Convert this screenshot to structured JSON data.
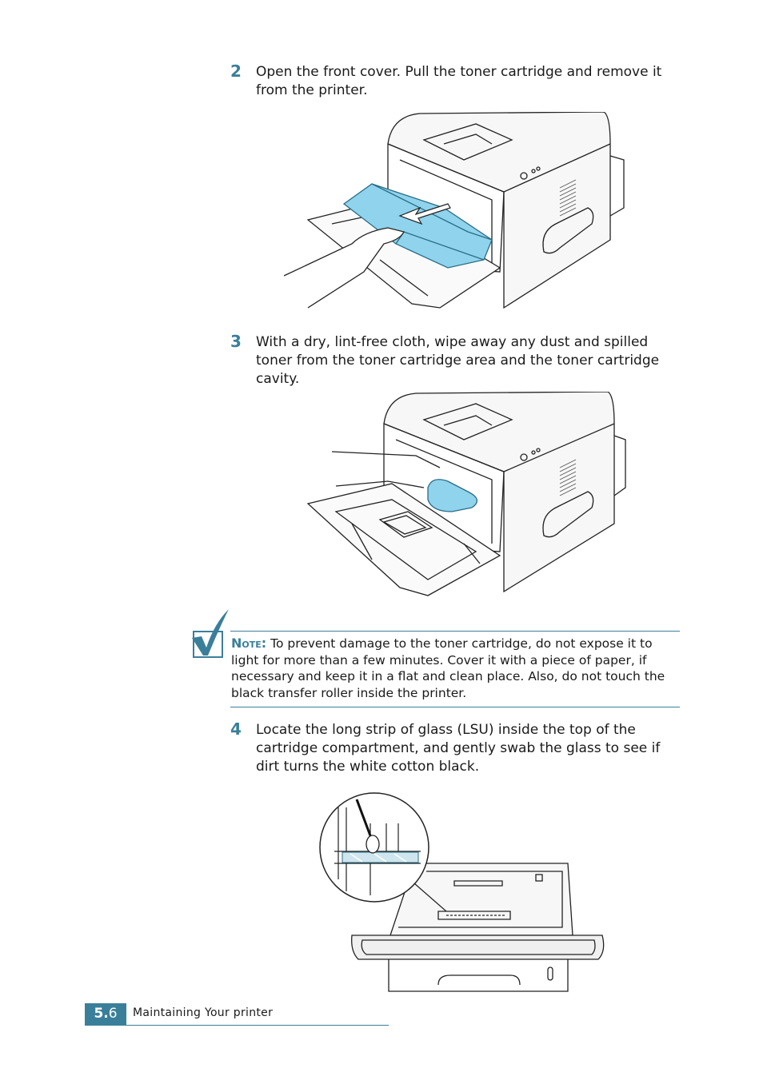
{
  "steps": [
    {
      "number": "2",
      "text": "Open the front cover. Pull the toner cartridge and remove it from the printer."
    },
    {
      "number": "3",
      "text": "With a dry, lint-free cloth, wipe away any dust and spilled toner from the toner cartridge area and the toner cartridge cavity."
    },
    {
      "number": "4",
      "text": "Locate the long strip of glass (LSU) inside the top of the cartridge compartment, and gently swab the glass to see if dirt turns the white cotton black."
    }
  ],
  "note": {
    "label": "Note:",
    "text": "To prevent damage to the toner cartridge, do not expose it to light for more than a few minutes. Cover it with a piece of paper, if necessary and keep it in a flat and clean place. Also, do not touch the black transfer roller inside the printer."
  },
  "footer": {
    "chapter": "5.",
    "page": "6",
    "title": "Maintaining Your printer"
  },
  "colors": {
    "accent": "#3a7f9a",
    "toner": "#8fd3ec",
    "cloth": "#8fd3ec"
  },
  "icons": [
    "checkmark-note-icon"
  ]
}
